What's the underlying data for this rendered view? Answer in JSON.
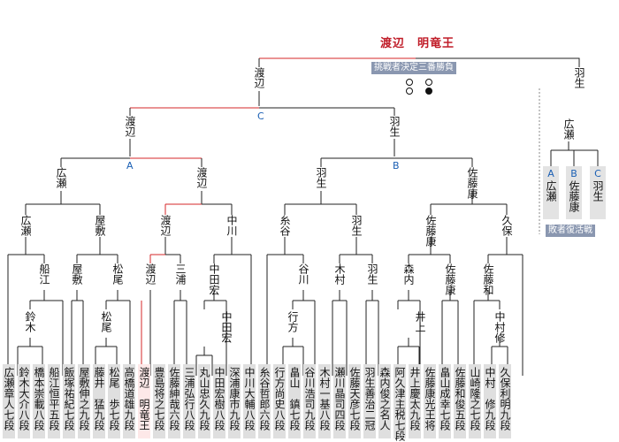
{
  "title": "渡辺　明竜王",
  "badges": {
    "challenger": "挑戦者決定三番勝負",
    "repechage": "敗者復活戦"
  },
  "results": [
    {
      "top": "open",
      "bottom": "open"
    },
    {
      "top": "open",
      "bottom": "filled"
    }
  ],
  "final": {
    "left": "渡辺",
    "right": "羽生"
  },
  "c_label": "C",
  "semis": {
    "left": "渡辺",
    "right": "羽生",
    "a": "A",
    "b": "B"
  },
  "quarters": [
    "広瀬",
    "渡辺",
    "羽生",
    "佐藤康"
  ],
  "round_of_8": [
    "広瀬",
    "屋敷",
    "渡辺",
    "中川",
    "糸谷",
    "羽生",
    "佐藤康",
    "久保"
  ],
  "round_of_16": [
    "船江",
    "屋敷",
    "松尾",
    "渡辺",
    "三浦",
    "中田宏",
    "谷川",
    "木村",
    "羽生",
    "森内",
    "佐藤康",
    "佐藤和"
  ],
  "round_of_32": [
    "鈴木",
    "松尾",
    "中田宏",
    "行方",
    "井上",
    "中村修"
  ],
  "players": [
    "広瀬章人七段",
    "鈴木大介八段",
    "橋本崇載八段",
    "船江恒平五段",
    "飯塚祐紀七段",
    "屋敷伸之九段",
    "藤井　猛九段",
    "松尾　歩七段",
    "高橋道雄九段",
    "渡辺　明竜王",
    "豊島将之七段",
    "佐藤紳哉六段",
    "三浦弘行八段",
    "丸山忠久九段",
    "中田宏樹八段",
    "深浦康市九段",
    "中川大輔八段",
    "糸谷哲郎六段",
    "行方尚史八段",
    "畠山　鎮七段",
    "谷川浩司九段",
    "木村一基八段",
    "瀬川晶司四段",
    "佐藤天彦七段",
    "羽生善治二冠",
    "森内俊之名人",
    "阿久津主税七段",
    "井上慶太九段",
    "佐藤康光王将",
    "畠山成幸七段",
    "佐藤和俊五段",
    "山崎隆之七段",
    "中村　修九段",
    "久保利明九段"
  ],
  "repechage": {
    "winner": "広瀬",
    "entries": [
      {
        "label": "A",
        "name": "広瀬"
      },
      {
        "label": "B",
        "name": "佐藤康"
      },
      {
        "label": "C",
        "name": "羽生"
      }
    ]
  },
  "colors": {
    "win_line": "#d62728",
    "line": "#222222",
    "accent": "#1a5fb4",
    "badge": "#8a97b0"
  }
}
